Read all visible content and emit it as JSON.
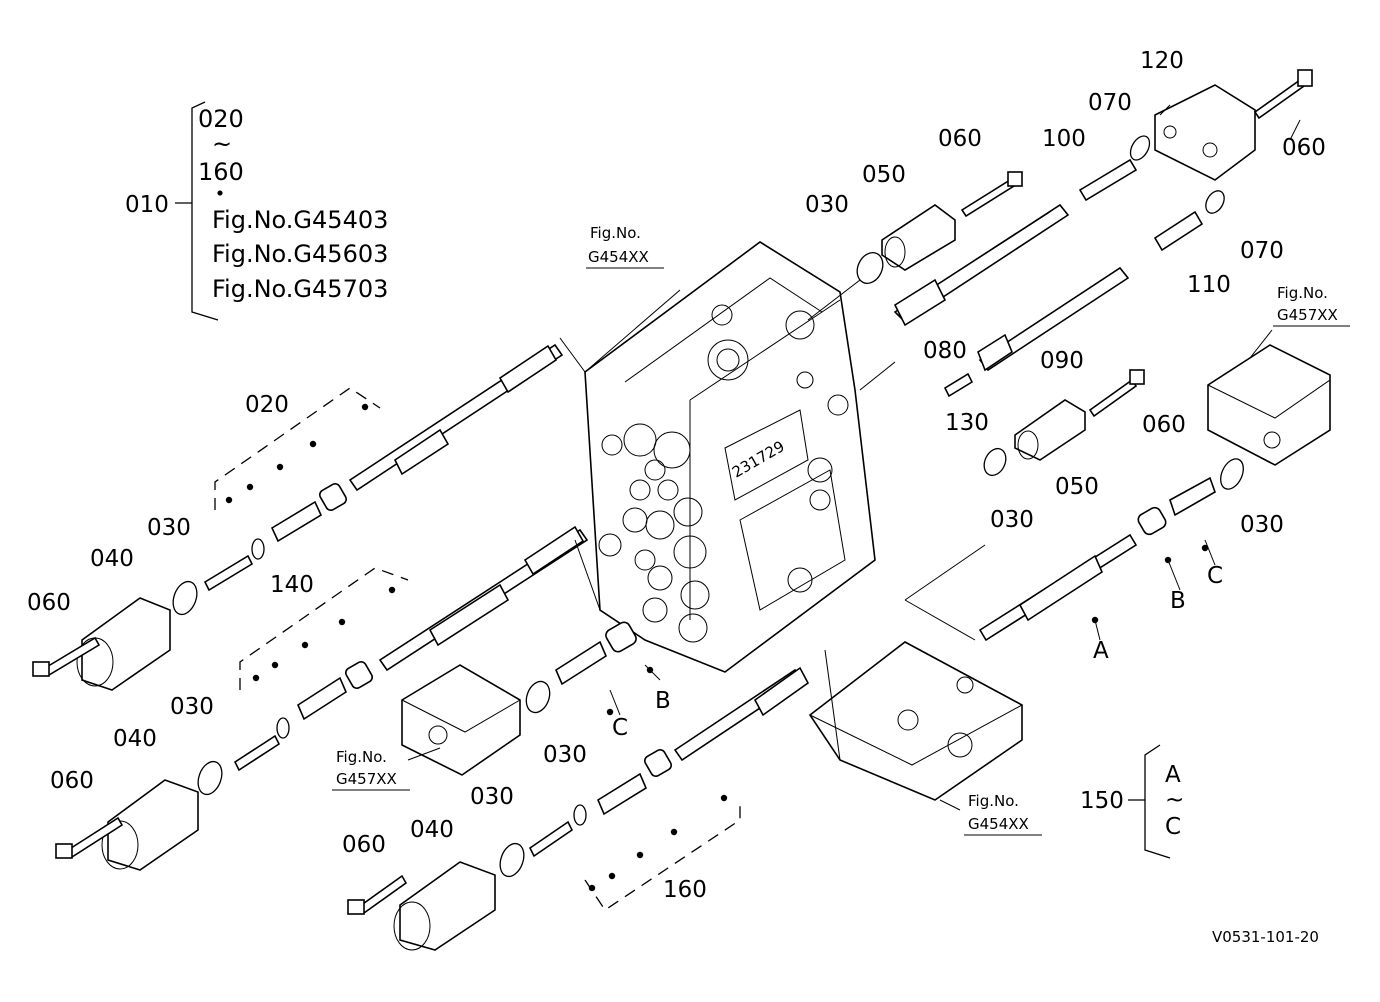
{
  "diagram": {
    "drawing_number": "V0531-101-20",
    "group_010": {
      "label": "010",
      "range_start": "020",
      "range_sep": "~",
      "range_end": "160",
      "bullet": "・",
      "figs": [
        "Fig.No.G45403",
        "Fig.No.G45603",
        "Fig.No.G45703"
      ]
    },
    "group_150": {
      "label": "150",
      "start": "A",
      "sep": "~",
      "end": "C"
    },
    "refs": {
      "fig_label": "Fig.No.",
      "g454": "G454XX",
      "g457": "G457XX"
    },
    "callouts": {
      "c120": "120",
      "c070a": "070",
      "c060a": "060",
      "c100": "100",
      "c060b": "060",
      "c050a": "050",
      "c030a": "030",
      "c070b": "070",
      "c110": "110",
      "c080": "080",
      "c090": "090",
      "c130": "130",
      "c060c": "060",
      "c050b": "050",
      "c030b": "030",
      "c030c": "030",
      "cA1": "A",
      "cB1": "B",
      "cC1": "C",
      "c020": "020",
      "c030d": "030",
      "c040a": "040",
      "c060d": "060",
      "c140": "140",
      "c030e": "030",
      "c040b": "040",
      "c060e": "060",
      "cB2": "B",
      "cC2": "C",
      "c030f": "030",
      "c030g": "030",
      "c060f": "060",
      "c040c": "040",
      "c160": "160"
    }
  }
}
